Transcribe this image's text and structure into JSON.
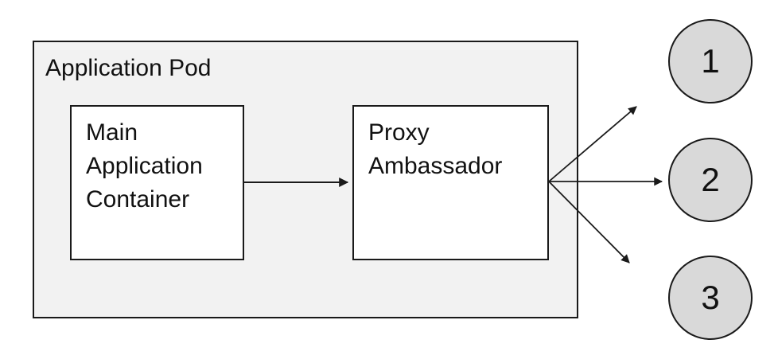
{
  "diagram": {
    "pod": {
      "label": "Application Pod"
    },
    "nodes": [
      {
        "id": "main-application-container",
        "label": "Main Application Container"
      },
      {
        "id": "proxy-ambassador",
        "label": "Proxy Ambassador"
      }
    ],
    "endpoints": [
      {
        "id": "endpoint-1",
        "label": "1"
      },
      {
        "id": "endpoint-2",
        "label": "2"
      },
      {
        "id": "endpoint-3",
        "label": "3"
      }
    ],
    "connections": [
      {
        "from": "main-application-container",
        "to": "proxy-ambassador"
      },
      {
        "from": "proxy-ambassador",
        "to": "endpoint-1"
      },
      {
        "from": "proxy-ambassador",
        "to": "endpoint-2"
      },
      {
        "from": "proxy-ambassador",
        "to": "endpoint-3"
      }
    ],
    "colors": {
      "pod_fill": "#f2f2f2",
      "node_fill": "#ffffff",
      "endpoint_fill": "#d9d9d9",
      "stroke": "#1a1a1a",
      "text": "#111111"
    }
  }
}
